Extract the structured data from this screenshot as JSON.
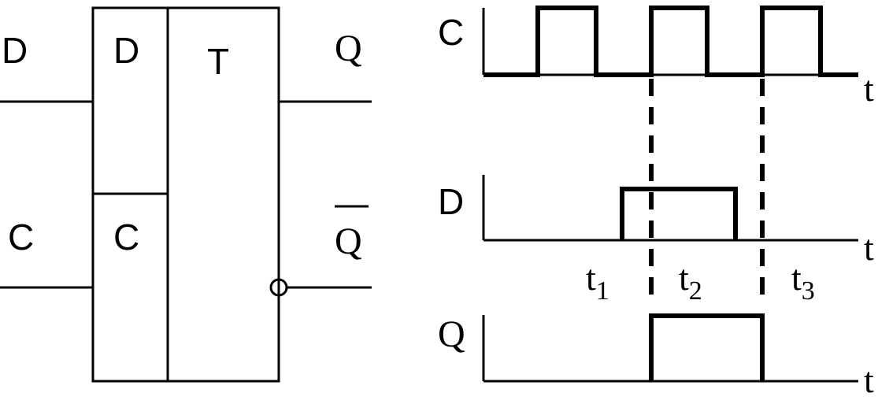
{
  "circuit": {
    "inputs": {
      "d": "D",
      "c": "C"
    },
    "block": {
      "d_input": "D",
      "c_input": "C",
      "core": "T"
    },
    "outputs": {
      "q": "Q",
      "q_bar": "Q"
    }
  },
  "timing": {
    "signals": {
      "c": "C",
      "d": "D",
      "q": "Q"
    },
    "time_axis_label": "t",
    "markers": [
      {
        "base": "t",
        "sub": "1"
      },
      {
        "base": "t",
        "sub": "2"
      },
      {
        "base": "t",
        "sub": "3"
      }
    ]
  },
  "colors": {
    "ink": "#000000",
    "background": "#ffffff"
  }
}
